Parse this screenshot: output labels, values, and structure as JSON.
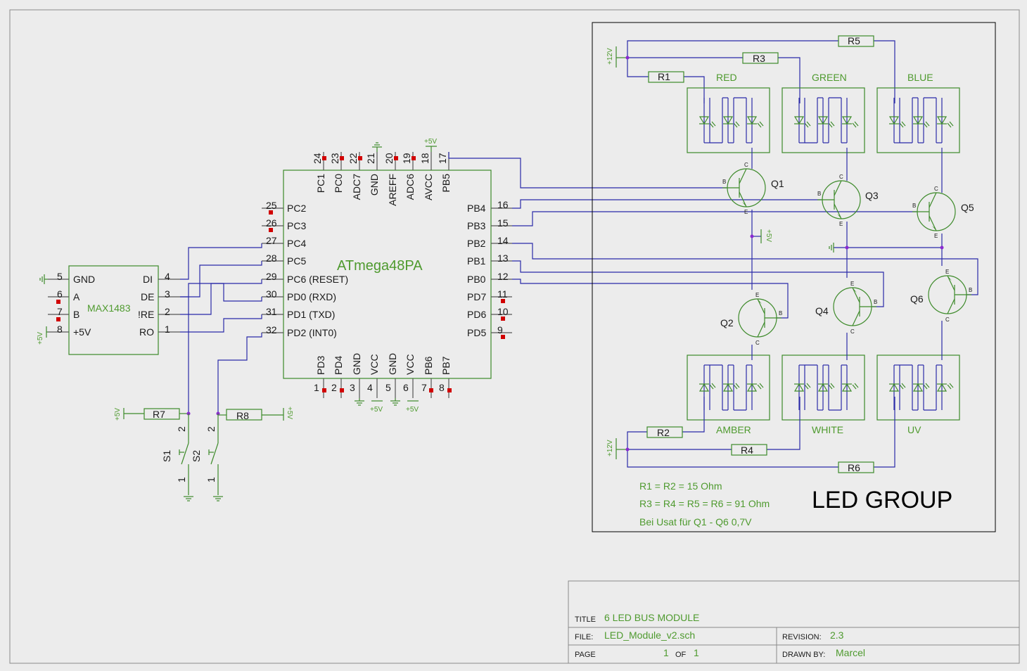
{
  "colors": {
    "symbol": "#3d8a2a",
    "wire": "#2a2aa8",
    "junction": "#8a2ad0",
    "pin_marker": "#d10000",
    "frame": "#8a8a8a"
  },
  "mcu": {
    "name": "ATmega48PA",
    "top_pins": [
      {
        "num": "24",
        "name": "PC1"
      },
      {
        "num": "23",
        "name": "PC0"
      },
      {
        "num": "22",
        "name": "ADC7"
      },
      {
        "num": "21",
        "name": "GND"
      },
      {
        "num": "20",
        "name": "AREFF"
      },
      {
        "num": "19",
        "name": "ADC6"
      },
      {
        "num": "18",
        "name": "AVCC"
      },
      {
        "num": "17",
        "name": "PB5"
      }
    ],
    "left_pins": [
      {
        "num": "25",
        "name": "PC2"
      },
      {
        "num": "26",
        "name": "PC3"
      },
      {
        "num": "27",
        "name": "PC4"
      },
      {
        "num": "28",
        "name": "PC5"
      },
      {
        "num": "29",
        "name": "PC6 (RESET)"
      },
      {
        "num": "30",
        "name": "PD0 (RXD)"
      },
      {
        "num": "31",
        "name": "PD1 (TXD)"
      },
      {
        "num": "32",
        "name": "PD2 (INT0)"
      }
    ],
    "right_pins": [
      {
        "num": "16",
        "name": "PB4"
      },
      {
        "num": "15",
        "name": "PB3"
      },
      {
        "num": "14",
        "name": "PB2"
      },
      {
        "num": "13",
        "name": "PB1"
      },
      {
        "num": "12",
        "name": "PB0"
      },
      {
        "num": "11",
        "name": "PD7"
      },
      {
        "num": "10",
        "name": "PD6"
      },
      {
        "num": "9",
        "name": "PD5"
      }
    ],
    "bottom_pins": [
      {
        "num": "1",
        "name": "PD3"
      },
      {
        "num": "2",
        "name": "PD4"
      },
      {
        "num": "3",
        "name": "GND"
      },
      {
        "num": "4",
        "name": "VCC"
      },
      {
        "num": "5",
        "name": "GND"
      },
      {
        "num": "6",
        "name": "VCC"
      },
      {
        "num": "7",
        "name": "PB6"
      },
      {
        "num": "8",
        "name": "PB7"
      }
    ]
  },
  "max": {
    "name": "MAX1483",
    "left_pins": [
      {
        "num": "5",
        "name": "GND"
      },
      {
        "num": "6",
        "name": "A"
      },
      {
        "num": "7",
        "name": "B"
      },
      {
        "num": "8",
        "name": "+5V"
      }
    ],
    "right_pins": [
      {
        "num": "4",
        "name": "DI"
      },
      {
        "num": "3",
        "name": "DE"
      },
      {
        "num": "2",
        "name": "!RE"
      },
      {
        "num": "1",
        "name": "RO"
      }
    ]
  },
  "supplies": {
    "v5": "+5V",
    "v12": "+12V"
  },
  "resistors": {
    "r1": "R1",
    "r2": "R2",
    "r3": "R3",
    "r4": "R4",
    "r5": "R5",
    "r6": "R6",
    "r7": "R7",
    "r8": "R8"
  },
  "switches": {
    "s1": "S1",
    "s2": "S2",
    "pin1": "1",
    "pin2": "2"
  },
  "transistors": {
    "q1": "Q1",
    "q2": "Q2",
    "q3": "Q3",
    "q4": "Q4",
    "q5": "Q5",
    "q6": "Q6",
    "b": "B",
    "c": "C",
    "e": "E"
  },
  "led_groups": {
    "red": "RED",
    "green": "GREEN",
    "blue": "BLUE",
    "amber": "AMBER",
    "white": "WHITE",
    "uv": "UV"
  },
  "led_group_title": "LED GROUP",
  "notes": [
    "R1 = R2 = 15 Ohm",
    "R3 = R4 = R5 = R6 = 91 Ohm",
    "Bei Usat für Q1 - Q6 0,7V"
  ],
  "title_block": {
    "title_label": "TITLE",
    "title": "6 LED BUS MODULE",
    "file_label": "FILE:",
    "file": "LED_Module_v2.sch",
    "revision_label": "REVISION:",
    "revision": "2.3",
    "page_label": "PAGE",
    "page": "1",
    "of_label": "OF",
    "pages": "1",
    "drawn_label": "DRAWN BY:",
    "drawn_by": "Marcel"
  }
}
